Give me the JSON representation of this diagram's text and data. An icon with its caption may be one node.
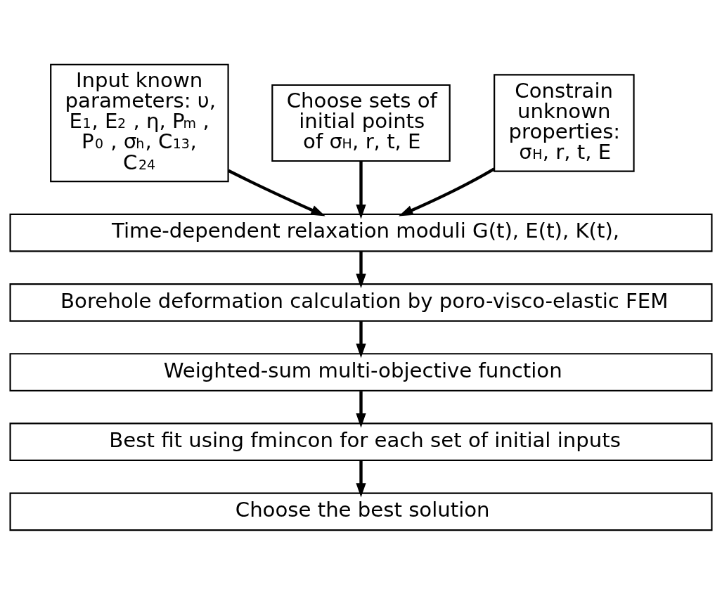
{
  "diagram": {
    "nodes": [
      {
        "text": [
          "Input known parameters: υ, E$_{1}$, E$_{2}$ , η, P$_{m}$ , P$_{0}$ , σ$_{h}$, C$_{13}$, C$_{24}$"
        ]
      },
      {
        "text": [
          "Choose sets of initial points of σ$_{H}$, r, t, E"
        ]
      },
      {
        "text": [
          "Constrain unknown properties: σ$_{H}$, r, t, E"
        ]
      },
      {
        "text": [
          "Time-dependent relaxation moduli G(t), E(t), K(t),"
        ]
      },
      {
        "text": [
          "Borehole deformation calculation by poro-visco-elastic FEM"
        ]
      },
      {
        "text": [
          "Weighted-sum multi-objective function"
        ]
      },
      {
        "text": [
          "Best fit using fmincon for each set of initial inputs"
        ]
      },
      {
        "text": [
          "Choose the best solution"
        ]
      }
    ],
    "edges": [
      {
        "from": 0,
        "to": 3,
        "arrow": "to"
      },
      {
        "from": 1,
        "to": 3,
        "arrow": "to"
      },
      {
        "from": 2,
        "to": 3,
        "arrow": "to"
      },
      {
        "from": 3,
        "to": 4,
        "arrow": "to"
      },
      {
        "from": 4,
        "to": 5,
        "arrow": "to"
      },
      {
        "from": 5,
        "to": 6,
        "arrow": "to"
      },
      {
        "from": 6,
        "to": 7,
        "arrow": "to"
      }
    ]
  }
}
